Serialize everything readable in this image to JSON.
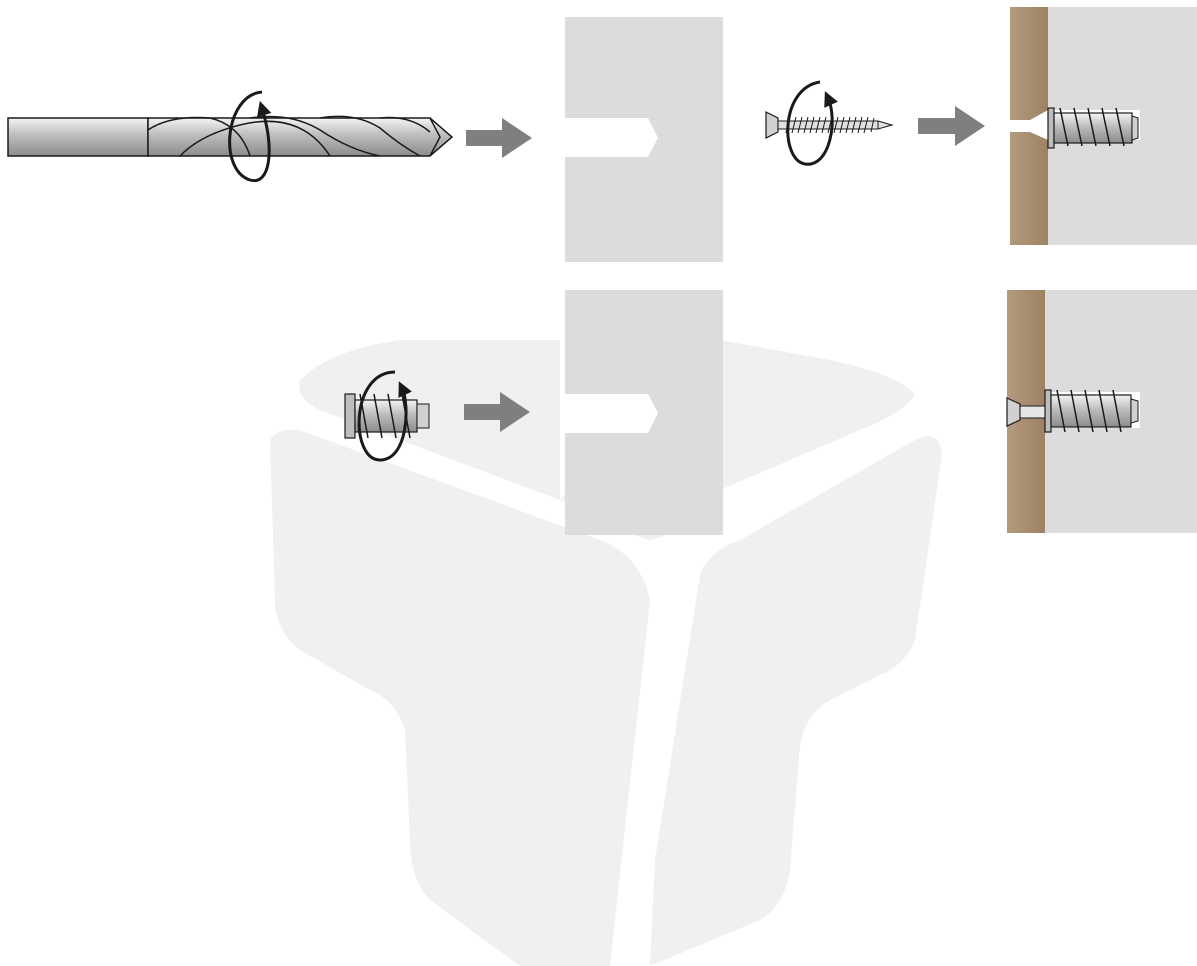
{
  "diagram": {
    "kind": "installation-steps",
    "steps": [
      {
        "step": "drill-hole",
        "tool": "drill-bit-icon",
        "motion": "rotate"
      },
      {
        "step": "drive-screw-into-wood-and-board",
        "tool": "wood-screw-icon",
        "motion": "rotate"
      },
      {
        "step": "drive-insert-into-board",
        "tool": "threaded-insert-icon",
        "motion": "rotate"
      }
    ],
    "materials": {
      "board": "particle-board",
      "panel": "wood-panel"
    },
    "colors": {
      "board": "#dcdcdc",
      "wood": "#a98e70",
      "arrow": "#7f7f7f",
      "watermark": "#f0f0f0",
      "metal": "#c8c8c8",
      "outline": "#1a1a1a"
    },
    "watermark_icon": "cube-logo-icon"
  }
}
